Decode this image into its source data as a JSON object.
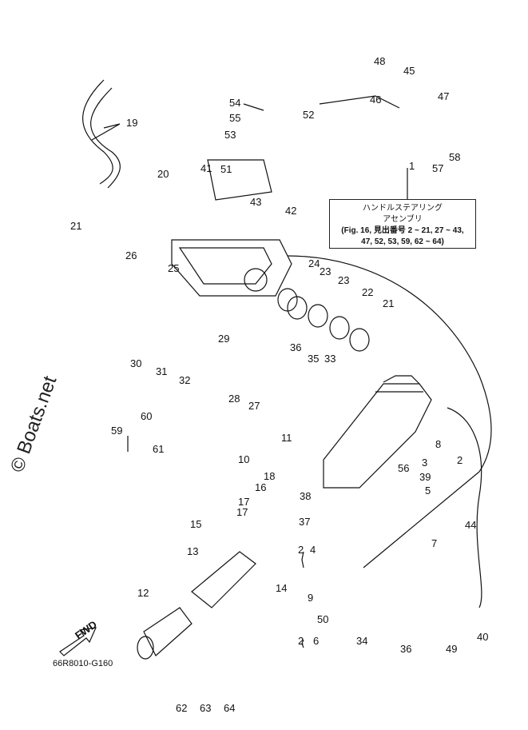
{
  "diagram": {
    "figure_code": "66R8010-G160",
    "fwd_label": "FWD",
    "watermark": "© Boats.net",
    "note": {
      "line1": "ハンドルステアリング",
      "line2": "アセンブリ",
      "line3": "(Fig. 16, 見出番号 2 ~ 21, 27 ~ 43,",
      "line4": "47, 52, 53, 59, 62 ~ 64)"
    },
    "callouts": [
      "1",
      "2",
      "2",
      "2",
      "3",
      "4",
      "5",
      "6",
      "7",
      "8",
      "9",
      "10",
      "11",
      "12",
      "13",
      "14",
      "15",
      "16",
      "17",
      "17",
      "18",
      "19",
      "20",
      "21",
      "21",
      "22",
      "23",
      "23",
      "24",
      "25",
      "26",
      "27",
      "28",
      "29",
      "30",
      "31",
      "32",
      "33",
      "34",
      "35",
      "36",
      "36",
      "37",
      "38",
      "39",
      "40",
      "41",
      "42",
      "43",
      "44",
      "45",
      "46",
      "47",
      "48",
      "49",
      "50",
      "51",
      "52",
      "53",
      "54",
      "55",
      "56",
      "57",
      "58",
      "59",
      "60",
      "61",
      "62",
      "63",
      "64"
    ]
  }
}
